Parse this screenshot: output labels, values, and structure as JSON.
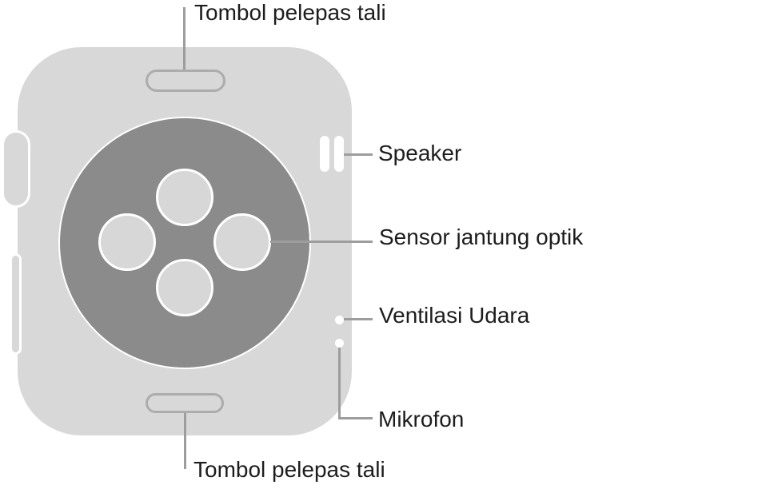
{
  "figure": {
    "labels": {
      "band_release_top": "Tombol pelepas tali",
      "speaker": "Speaker",
      "optical_heart_sensor": "Sensor jantung optik",
      "air_vent": "Ventilasi Udara",
      "microphone": "Mikrofon",
      "band_release_bottom": "Tombol pelepas tali"
    },
    "colors": {
      "background": "#ffffff",
      "body_fill": "#d8d8d8",
      "disc_fill": "#8b8b8b",
      "lens_fill": "#d7d7d7",
      "outline": "#ffffff",
      "button_stroke": "#acacac",
      "leader_line": "#9d9d9d",
      "label_text": "#1d1d1f"
    }
  }
}
